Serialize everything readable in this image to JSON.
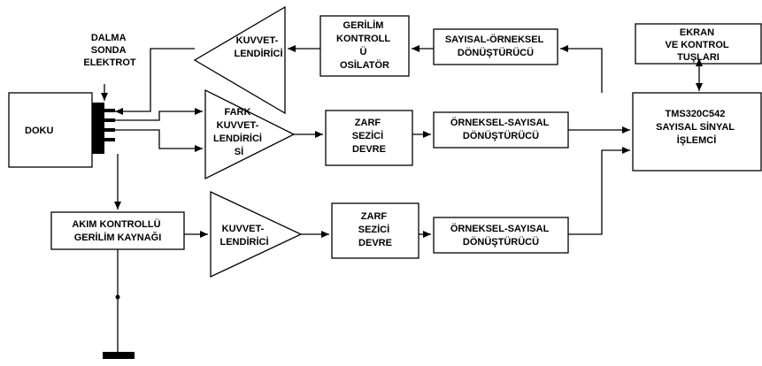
{
  "blocks": {
    "probe_label": [
      "DALMA",
      "SONDA",
      "ELEKTROT"
    ],
    "tissue": "DOKU",
    "amp_top": [
      "KUVVET-",
      "LENDİRİCİ"
    ],
    "vco": [
      "GERİLİM",
      "KONTROLL",
      "Ü",
      "OSİLATÖR"
    ],
    "dac": [
      "SAYISAL-ÖRNEKSEL",
      "DÖNÜŞTÜRÜCÜ"
    ],
    "display": [
      "EKRAN",
      "VE KONTROL",
      "TUŞLARI"
    ],
    "diff_amp": [
      "FARK",
      "KUVVET-",
      "LENDİRİCİ",
      "Sİ"
    ],
    "env1": [
      "ZARF",
      "SEZİCİ",
      "DEVRE"
    ],
    "adc1": [
      "ÖRNEKSEL-SAYISAL",
      "DÖNÜŞTÜRÜCÜ"
    ],
    "dsp": [
      "TMS320C542",
      "",
      "SAYISAL SİNYAL",
      "İŞLEMCİ"
    ],
    "current_source": [
      "AKIM KONTROLLÜ",
      "GERİLİM KAYNAĞI"
    ],
    "amp_bottom": [
      "KUVVET-",
      "LENDİRİCİ"
    ],
    "env2": [
      "ZARF",
      "SEZİCİ",
      "DEVRE"
    ],
    "adc2": [
      "ÖRNEKSEL-SAYISAL",
      "DÖNÜŞTÜRÜCÜ"
    ]
  }
}
